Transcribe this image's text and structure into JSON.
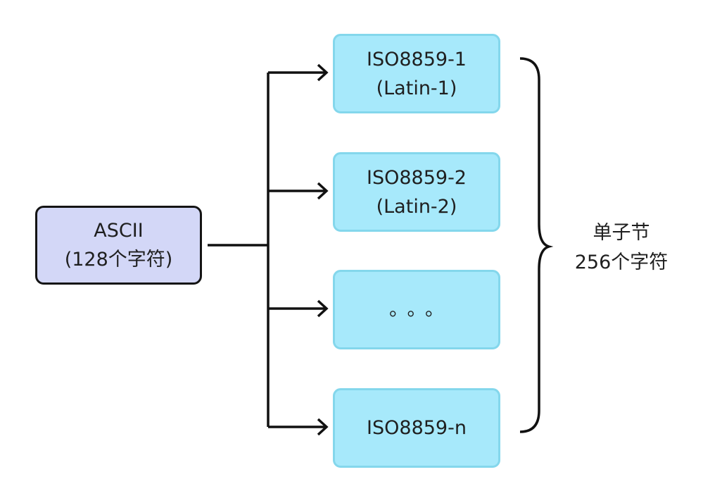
{
  "source": {
    "line1": "ASCII",
    "line2": "(128个字符)"
  },
  "targets": [
    {
      "line1": "ISO8859-1",
      "line2": "(Latin-1)"
    },
    {
      "line1": "ISO8859-2",
      "line2": "(Latin-2)"
    },
    {
      "line1": "。。。"
    },
    {
      "line1": "ISO8859-n"
    }
  ],
  "group_label": {
    "line1": "单子节",
    "line2": "256个字符"
  }
}
